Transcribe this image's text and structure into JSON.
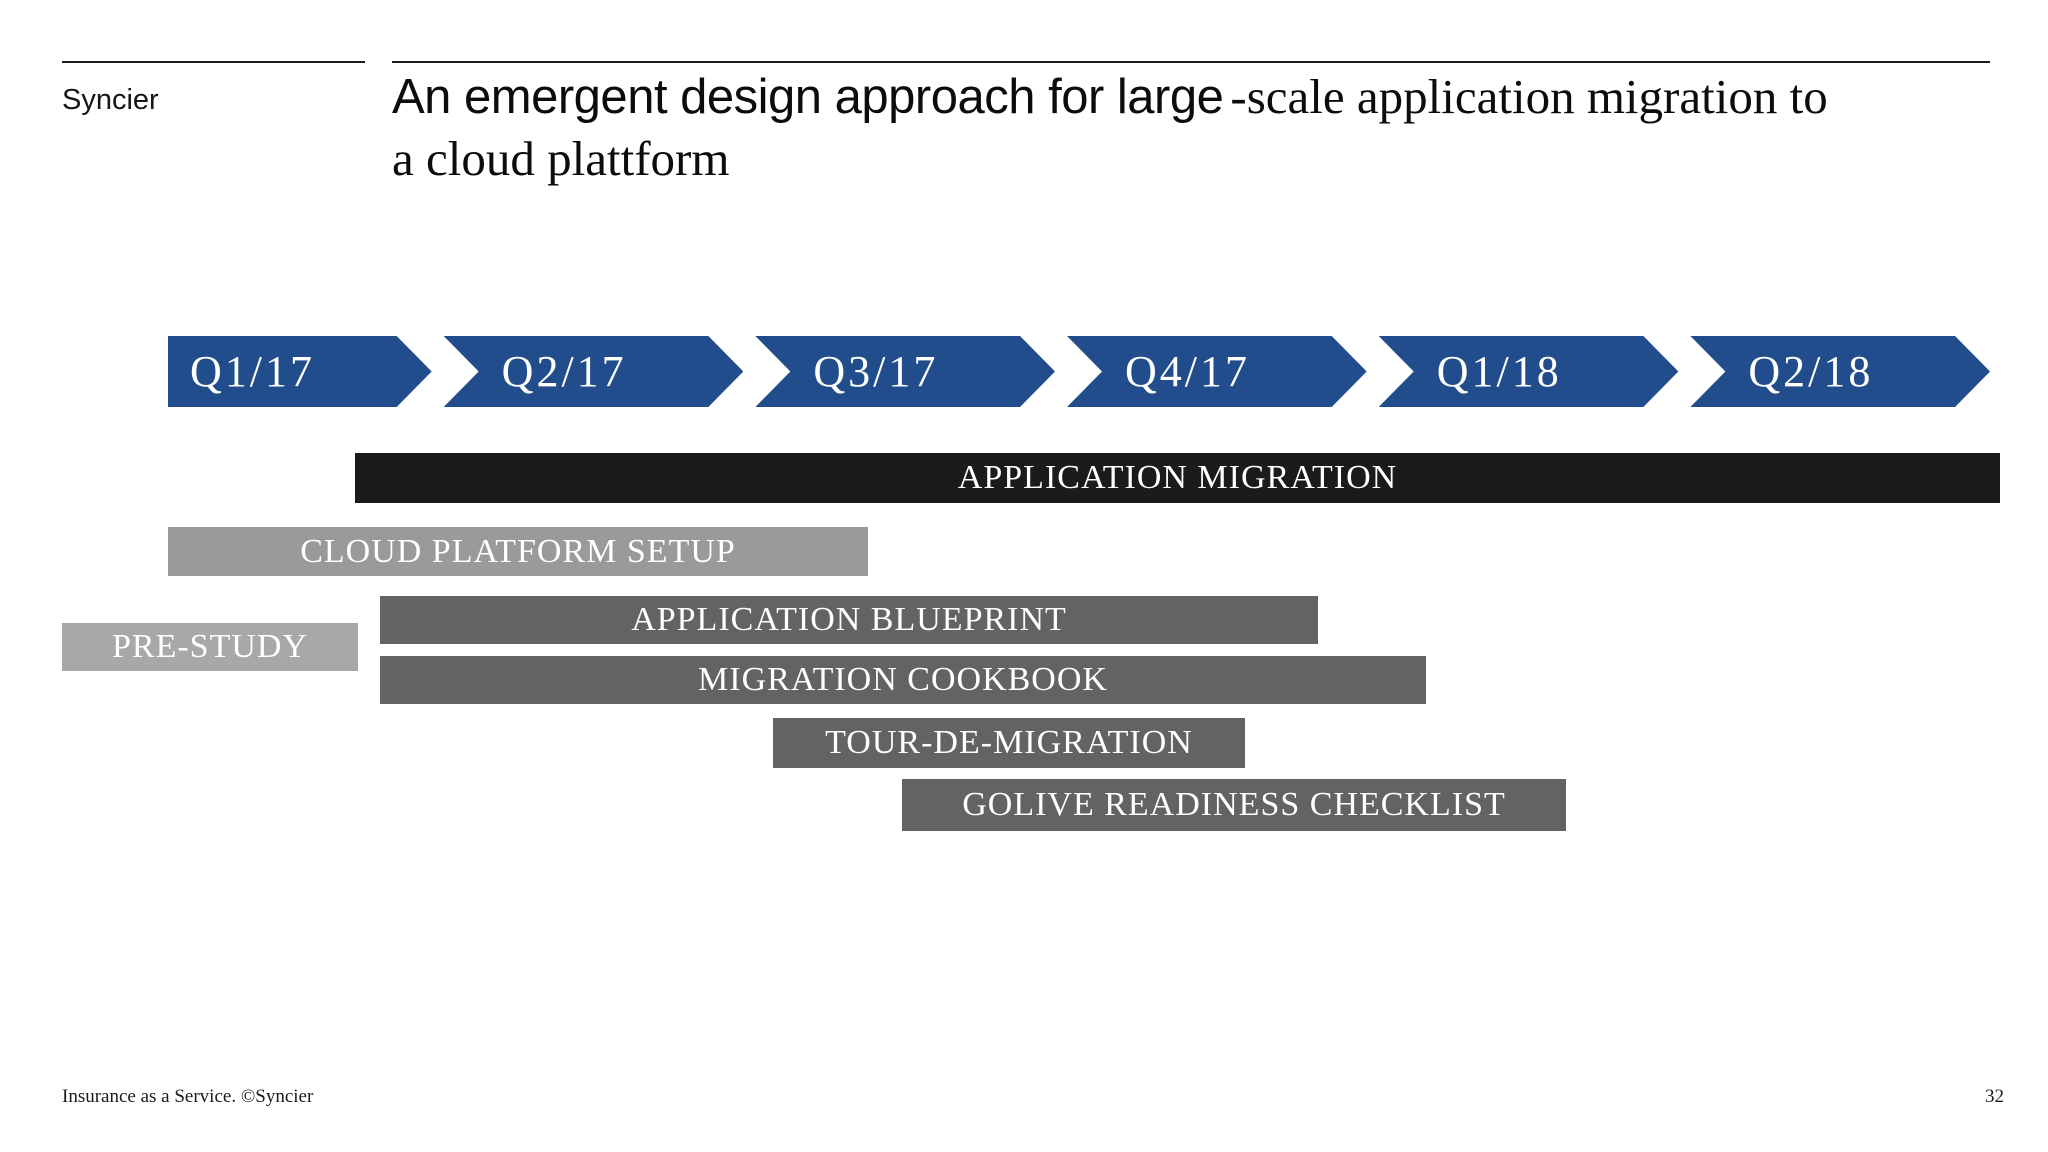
{
  "slide": {
    "logo_text": "Syncier",
    "title": {
      "sans_part": "An emergent design approach for large",
      "serif_part_line1": "-scale application migration to",
      "serif_part_line2": "a cloud plattform"
    },
    "footer": {
      "copyright": "Insurance as a Service. ©Syncier",
      "page_number": "32"
    }
  },
  "colors": {
    "chevron_blue": "#214d8c",
    "bar_black": "#1b1b1d",
    "bar_gray_medium": "#9a9a9b",
    "bar_gray_light": "#a8a8a9",
    "bar_gray_dark": "#636365",
    "bar_text": "#ffffff"
  },
  "timeline": {
    "quarters": [
      "Q1/17",
      "Q2/17",
      "Q3/17",
      "Q4/17",
      "Q1/18",
      "Q2/18"
    ],
    "bars": [
      {
        "id": "application-migration",
        "label": "APPLICATION MIGRATION",
        "color_role": "black"
      },
      {
        "id": "cloud-platform-setup",
        "label": "CLOUD PLATFORM SETUP",
        "color_role": "gray_medium"
      },
      {
        "id": "application-blueprint",
        "label": "APPLICATION BLUEPRINT",
        "color_role": "gray_dark"
      },
      {
        "id": "pre-study",
        "label": "PRE-STUDY",
        "color_role": "gray_light"
      },
      {
        "id": "migration-cookbook",
        "label": "MIGRATION COOKBOOK",
        "color_role": "gray_dark"
      },
      {
        "id": "tour-de-migration",
        "label": "TOUR-DE-MIGRATION",
        "color_role": "gray_dark"
      },
      {
        "id": "golive-readiness-checklist",
        "label": "GOLIVE READINESS CHECKLIST",
        "color_role": "gray_dark"
      }
    ]
  }
}
